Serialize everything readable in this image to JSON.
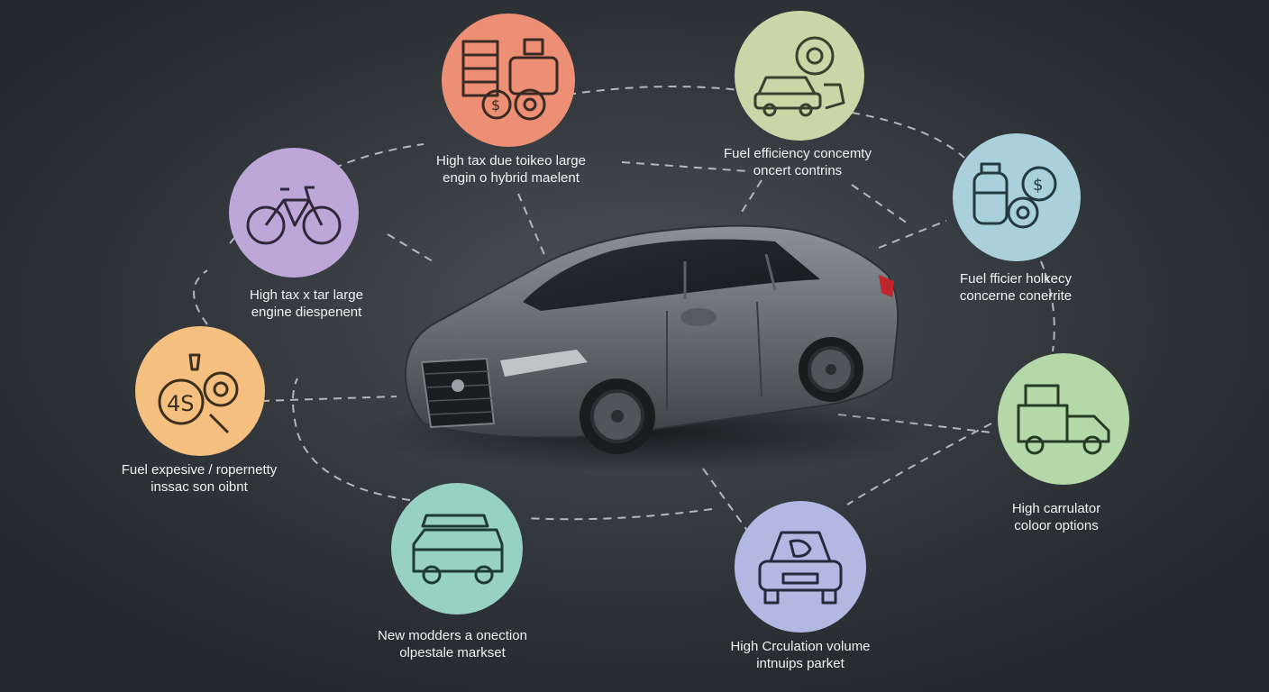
{
  "nodes": [
    {
      "id": "tax-engine-hybrid",
      "color": "#ec8f75",
      "icon": "server-gear-money-icon",
      "line1": "High tax due toikeo large",
      "line2": "engin o hybrid maelent"
    },
    {
      "id": "fuel-efficiency-top",
      "color": "#cad6a8",
      "icon": "car-gear-icon",
      "line1": "Fuel efficiency concemty",
      "line2": "oncert contrins"
    },
    {
      "id": "fuel-efficier-right",
      "color": "#a9d0db",
      "icon": "fuel-tank-money-gear-icon",
      "line1": "Fuel fficier holkecy",
      "line2": "concerne conerrite"
    },
    {
      "id": "high-tax-engine",
      "color": "#bda7d8",
      "icon": "bicycle-icon",
      "line1": "High tax x tar large",
      "line2": "engine diespenent"
    },
    {
      "id": "fuel-expensive",
      "color": "#f4bf7f",
      "icon": "service-4s-gear-icon",
      "line1": "Fuel expesive / ropernetty",
      "line2": "inssac son oibnt"
    },
    {
      "id": "high-circulator",
      "color": "#b4d8a8",
      "icon": "truck-icon",
      "line1": "High carrulator",
      "line2": "coloor options"
    },
    {
      "id": "new-models",
      "color": "#97d1c2",
      "icon": "van-roof-rack-icon",
      "line1": "New modders a onection",
      "line2": "olpestale markset"
    },
    {
      "id": "high-circulation",
      "color": "#b3b8e2",
      "icon": "car-front-icon",
      "line1": "High Crculation volume",
      "line2": "intnuips parket"
    }
  ]
}
